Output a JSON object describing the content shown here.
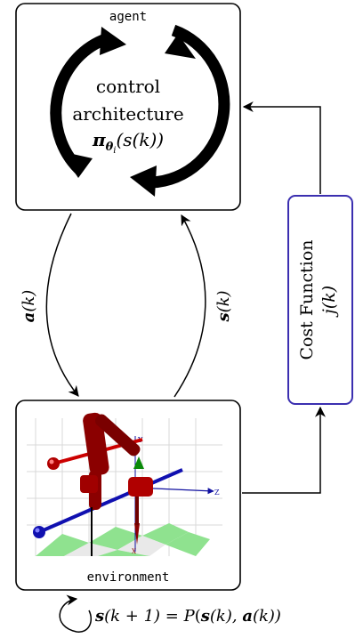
{
  "agent": {
    "label": "agent",
    "line1": "control",
    "line2": "architecture",
    "policy_symbol": "π",
    "policy_sub_theta": "θ",
    "policy_sub_i": "i",
    "policy_arg": "(s(k))"
  },
  "environment": {
    "label": "environment",
    "axis_y": "Y",
    "axis_z": "Z",
    "axis_x": "X"
  },
  "cost": {
    "title": "Cost Function",
    "symbol": "j(k)"
  },
  "edges": {
    "action_bold": "a",
    "action_arg": "(k)",
    "state_bold": "s",
    "state_arg": "(k)"
  },
  "transition": {
    "s_bold": "s",
    "lhs_arg": "(k + 1) = ",
    "P": "P",
    "open": "(",
    "s2": "s",
    "arg_k": "(k), ",
    "a": "a",
    "close": "(k))"
  },
  "colors": {
    "border": "#000000",
    "cost_border": "#3b2fb0",
    "robot_red": "#8b0000",
    "robot_blue": "#1010a0",
    "floor_green": "#8fe28f"
  }
}
